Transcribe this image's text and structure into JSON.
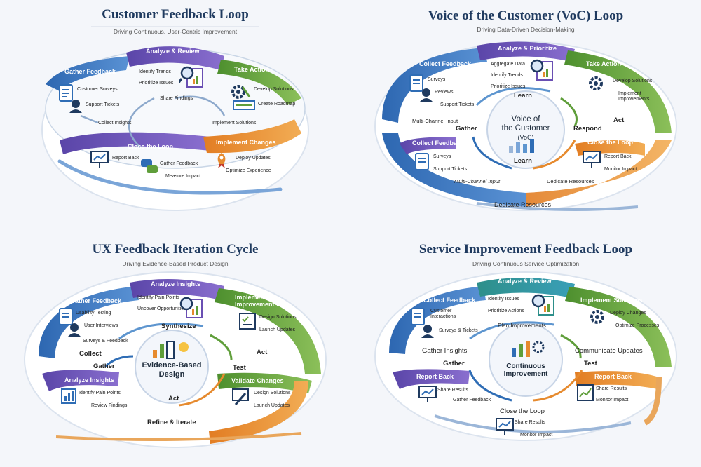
{
  "panel1": {
    "title": "Customer Feedback Loop",
    "subtitle": "Driving Continuous, User-Centric Improvement",
    "stages": [
      "Gather Feedback",
      "Analyze & Review",
      "Take Action",
      "Close the Loop",
      "Implement Changes"
    ],
    "items": {
      "gather": [
        "Customer Surveys",
        "Support Tickets"
      ],
      "analyze": [
        "Identify Trends",
        "Prioritize Issues"
      ],
      "act": [
        "Develop Solutions",
        "Create Roadmap"
      ],
      "flow": [
        "Share Findings",
        "Collect Insights",
        "Implement Solutions"
      ],
      "close": [
        "Report Back",
        "Gather Feedback",
        "Measure Impact"
      ],
      "implement": [
        "Deploy Updates",
        "Optimize Experience"
      ]
    }
  },
  "panel2": {
    "title": "Voice of the Customer (VoC) Loop",
    "subtitle": "Driving Data-Driven Decision-Making",
    "stages": [
      "Collect Feedback",
      "Analyze & Prioritize",
      "Take Action",
      "Collect Feedback",
      "Close the Loop"
    ],
    "center": [
      "Voice of",
      "the Customer",
      "(VoC)"
    ],
    "cycle": [
      "Learn",
      "Act",
      "Respond",
      "Learn",
      "Gather"
    ],
    "items": {
      "collect": [
        "Surveys",
        "Reviews",
        "Support Tickets"
      ],
      "analyze": [
        "Aggregate Data",
        "Identify Trends",
        "Prioritize Issues"
      ],
      "act": [
        "Develop Solutions",
        "Implement Improvements"
      ],
      "collect2": [
        "Surveys",
        "Support Tickets"
      ],
      "close": [
        "Report Back",
        "Monitor Impact"
      ],
      "flow": [
        "Multi-Channel Input",
        "Multi-Channel Input",
        "Dedicate Resources",
        "Dedicate Resources"
      ]
    }
  },
  "panel3": {
    "title": "UX Feedback Iteration Cycle",
    "subtitle": "Driving Evidence-Based Product Design",
    "stages": [
      "Gather Feedback",
      "Analyze Insights",
      "Implement Improvements",
      "Analyze Insights",
      "Validate Changes"
    ],
    "center": [
      "Evidence-Based",
      "Design"
    ],
    "cycle": [
      "Synthesize",
      "Act",
      "Test",
      "Act",
      "Gather",
      "Collect"
    ],
    "items": {
      "gather": [
        "Usability Testing",
        "User Interviews",
        "Surveys & Feedback"
      ],
      "analyze": [
        "Identify Pain Points",
        "Uncover Opportunities"
      ],
      "implement": [
        "Design Solutions",
        "Launch Updates"
      ],
      "analyze2": [
        "Identify Pain Points",
        "Review Findings"
      ],
      "validate": [
        "Design Solutions",
        "Launch Updates"
      ],
      "bottom": "Refine & Iterate"
    }
  },
  "panel4": {
    "title": "Service Improvement Feedback Loop",
    "subtitle": "Driving Continuous Service Optimization",
    "stages": [
      "Collect Feedback",
      "Analyze & Review",
      "Implement Solutions",
      "Report Back",
      "Report Back"
    ],
    "center": [
      "Continuous",
      "Improvement"
    ],
    "cycle": [
      "Gather Insights",
      "Gather",
      "Communicate Updates",
      "Test",
      "Plan Improvements"
    ],
    "items": {
      "collect": [
        "Customer Interactions",
        "Surveys & Tickets"
      ],
      "analyze": [
        "Identify Issues",
        "Prioritize Actions"
      ],
      "implement": [
        "Deploy Changes",
        "Optimize Processes"
      ],
      "report1": [
        "Share Results",
        "Gather Feedback"
      ],
      "report2": [
        "Share Results",
        "Monitor Impact"
      ],
      "close": "Close the Loop",
      "closeItems": [
        "Share Results",
        "Monitor Impact"
      ]
    }
  },
  "colors": {
    "blue": "#2f6db5",
    "purple": "#6a4fb3",
    "green": "#5f9e3a",
    "orange": "#e68a2e",
    "navy": "#1f3a5f"
  }
}
